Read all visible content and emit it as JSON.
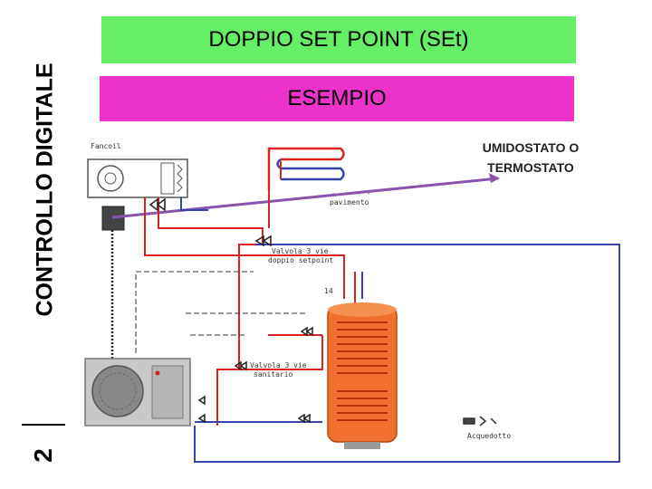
{
  "side_panel": {
    "title": "CONTROLLO DIGITALE",
    "number": "2"
  },
  "header": {
    "title_banner": "DOPPIO SET POINT (SEt)",
    "subtitle_banner": "ESEMPIO"
  },
  "callout": {
    "line1": "UMIDOSTATO O",
    "line2": "TERMOSTATO"
  },
  "diagram": {
    "labels": {
      "fancoil": "Fancoil",
      "pavimento": "pavimento",
      "valvola_set_line1": "Valvola 3 vie",
      "valvola_set_line2": "doppio setpoint",
      "number_14": "14",
      "valvola_sanitario_line1": "Valvola 3 vie",
      "valvola_sanitario_line2": "sanitario",
      "acquedotto": "Acquedotto"
    }
  },
  "colors": {
    "green_banner": "#66ee66",
    "pink_banner": "#ee33cc",
    "signal_line": "#8855aa",
    "supply_pipe": "#dd2222",
    "return_pipe": "#3344aa",
    "tank_body": "#f07030"
  }
}
